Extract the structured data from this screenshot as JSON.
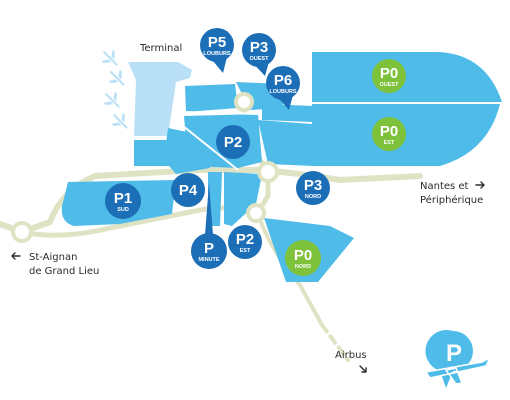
{
  "colors": {
    "parking_area": "#4fbbe9",
    "terminal_area": "#b9e0f6",
    "road": "#dfe3c4",
    "pin_blue": "#1c6fb7",
    "pin_green": "#7ec13b"
  },
  "labels": {
    "terminal": "Terminal",
    "nantes_line1": "Nantes et",
    "nantes_line2": "Périphérique",
    "st_aignan_line1": "St-Aignan",
    "st_aignan_line2": "de Grand Lieu",
    "airbus": "Airbus"
  },
  "parkings": [
    {
      "id": "P5",
      "name": "P5",
      "sub": "LOUBURS",
      "color": "blue"
    },
    {
      "id": "P3-ouest",
      "name": "P3",
      "sub": "OUEST",
      "color": "blue"
    },
    {
      "id": "P6",
      "name": "P6",
      "sub": "LOUBURS",
      "color": "blue"
    },
    {
      "id": "P0-ouest",
      "name": "P0",
      "sub": "OUEST",
      "color": "green"
    },
    {
      "id": "P0-est",
      "name": "P0",
      "sub": "EST",
      "color": "green"
    },
    {
      "id": "P2",
      "name": "P2",
      "sub": "",
      "color": "blue"
    },
    {
      "id": "P1",
      "name": "P1",
      "sub": "SUD",
      "color": "blue"
    },
    {
      "id": "P4",
      "name": "P4",
      "sub": "",
      "color": "blue"
    },
    {
      "id": "P3-nord",
      "name": "P3",
      "sub": "NORD",
      "color": "blue"
    },
    {
      "id": "P-minute",
      "name": "P",
      "sub": "MINUTE",
      "color": "blue"
    },
    {
      "id": "P2-est",
      "name": "P2",
      "sub": "EST",
      "color": "blue"
    },
    {
      "id": "P0-nord",
      "name": "P0",
      "sub": "NORD",
      "color": "green"
    }
  ],
  "icons": [
    "plane-icon",
    "parking-plane-logo-icon",
    "arrow-right-icon",
    "arrow-left-icon",
    "arrow-down-icon"
  ]
}
